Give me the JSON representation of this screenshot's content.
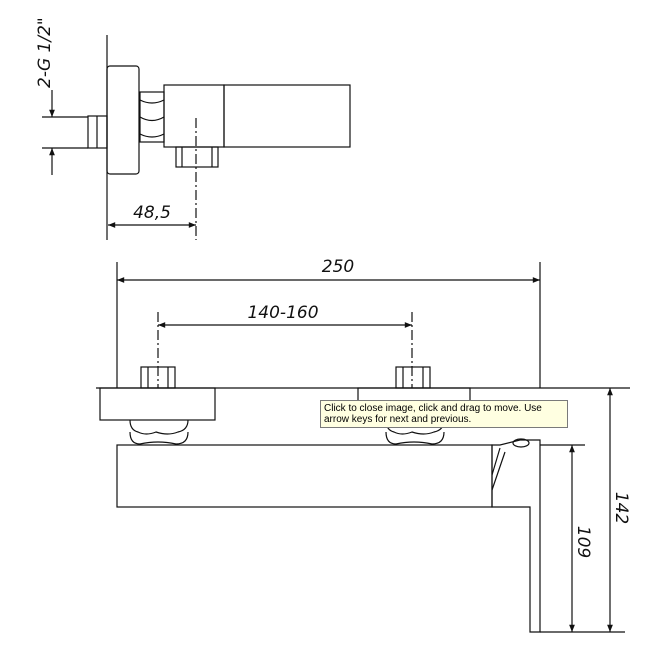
{
  "diagram": {
    "dimensions": {
      "thread": "2-G 1/2\"",
      "offset": "48,5",
      "overall_width": "250",
      "center_distance": "140-160",
      "height_total": "142",
      "height_spout": "109"
    }
  },
  "tooltip": {
    "text": "Click to close image, click and drag to move. Use arrow keys for next and previous."
  },
  "colors": {
    "line": "#111111",
    "tooltip_bg": "#ffffe1"
  }
}
